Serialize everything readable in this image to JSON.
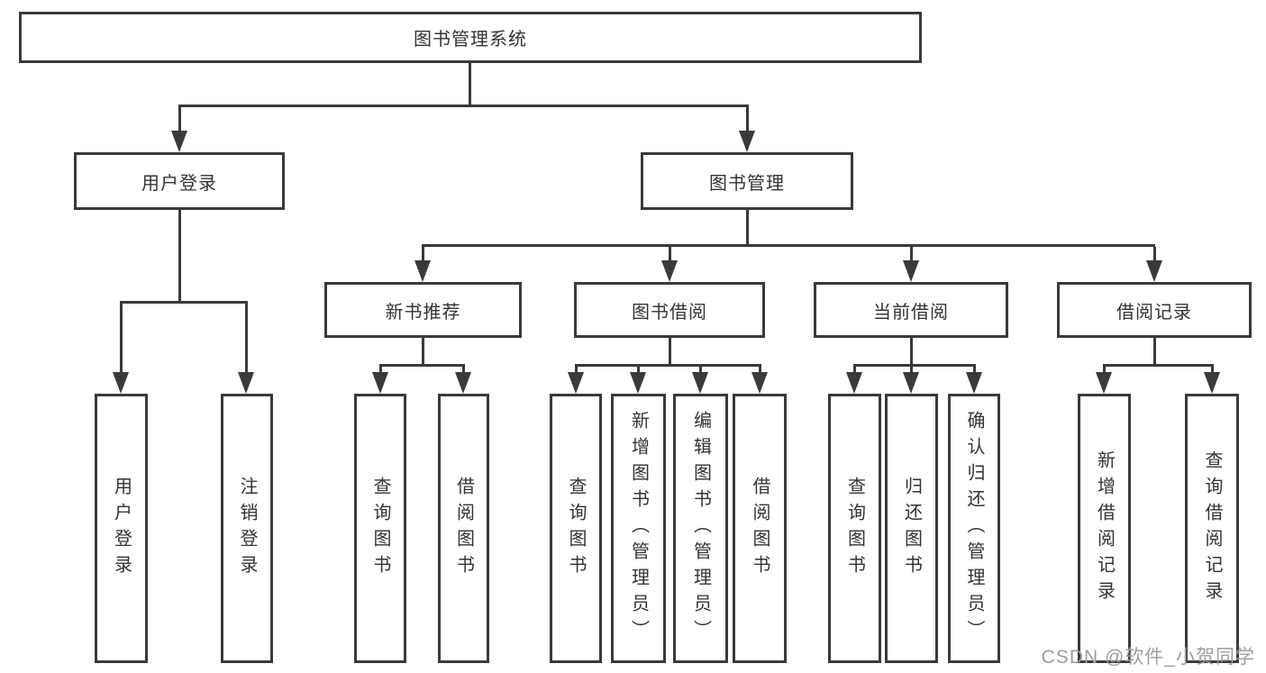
{
  "colors": {
    "line": "#3a3a3a",
    "text": "#333333",
    "background": "#ffffff"
  },
  "watermark": {
    "text": "CSDN @软件_小贺同学",
    "color": "#9e9e9e"
  },
  "tree": {
    "label": "图书管理系统",
    "children": [
      {
        "label": "用户登录",
        "children": [
          {
            "label": "用户登录"
          },
          {
            "label": "注销登录"
          }
        ]
      },
      {
        "label": "图书管理",
        "children": [
          {
            "label": "新书推荐",
            "children": [
              {
                "label": "查询图书"
              },
              {
                "label": "借阅图书"
              }
            ]
          },
          {
            "label": "图书借阅",
            "children": [
              {
                "label": "查询图书"
              },
              {
                "label": "新增图书（管理员）"
              },
              {
                "label": "编辑图书（管理员）"
              },
              {
                "label": "借阅图书"
              }
            ]
          },
          {
            "label": "当前借阅",
            "children": [
              {
                "label": "查询图书"
              },
              {
                "label": "归还图书"
              },
              {
                "label": "确认归还（管理员）"
              }
            ]
          },
          {
            "label": "借阅记录",
            "children": [
              {
                "label": "新增借阅记录"
              },
              {
                "label": "查询借阅记录"
              }
            ]
          }
        ]
      }
    ]
  }
}
